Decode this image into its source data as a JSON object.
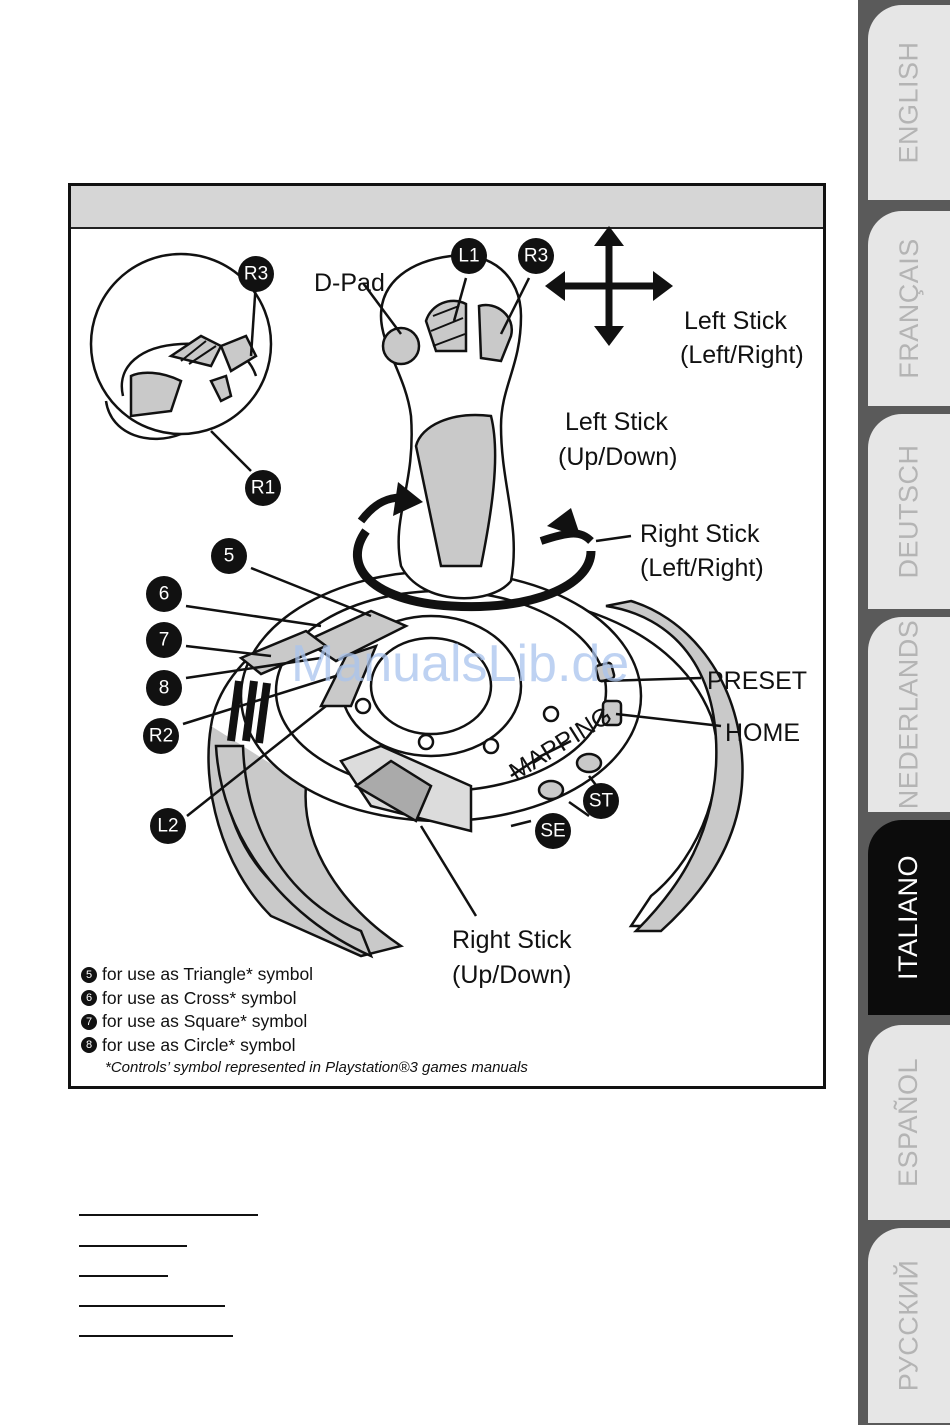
{
  "languages": [
    {
      "label": "ENGLISH",
      "active": false
    },
    {
      "label": "FRANÇAIS",
      "active": false
    },
    {
      "label": "DEUTSCH",
      "active": false
    },
    {
      "label": "NEDERLANDS",
      "active": false
    },
    {
      "label": "ITALIANO",
      "active": true
    },
    {
      "label": "ESPAÑOL",
      "active": false
    },
    {
      "label": "РУССКИЙ",
      "active": false
    }
  ],
  "colors": {
    "tab_bg": "#e6e6e6",
    "tab_active": "#0c0c0c",
    "tab_text": "#b4b4b4",
    "header_bg": "#d6d6d6",
    "watermark": "#a9c4ee"
  },
  "figure": {
    "badges": {
      "r3_top": "R3",
      "l1": "L1",
      "r3_inset": "R3",
      "r1": "R1",
      "five": "5",
      "six": "6",
      "seven": "7",
      "eight": "8",
      "r2": "R2",
      "l2": "L2",
      "st": "ST",
      "se": "SE"
    },
    "labels": {
      "dpad": "D-Pad",
      "left_stick_lr_1": "Left Stick",
      "left_stick_lr_2": "(Left/Right)",
      "left_stick_ud_1": "Left Stick",
      "left_stick_ud_2": "(Up/Down)",
      "right_stick_lr_1": "Right Stick",
      "right_stick_lr_2": "(Left/Right)",
      "right_stick_ud_1": "Right Stick",
      "right_stick_ud_2": "(Up/Down)",
      "preset": "PRESET",
      "home": "HOME",
      "mapping": "MAPPING"
    },
    "watermark": "ManualsLib.de",
    "legend": [
      {
        "num": "5",
        "text": "for use as Triangle* symbol"
      },
      {
        "num": "6",
        "text": "for use as Cross* symbol"
      },
      {
        "num": "7",
        "text": "for use as Square* symbol"
      },
      {
        "num": "8",
        "text": "for use as Circle* symbol"
      }
    ],
    "footnote": "*Controls’ symbol represented in Playstation®3 games manuals"
  }
}
